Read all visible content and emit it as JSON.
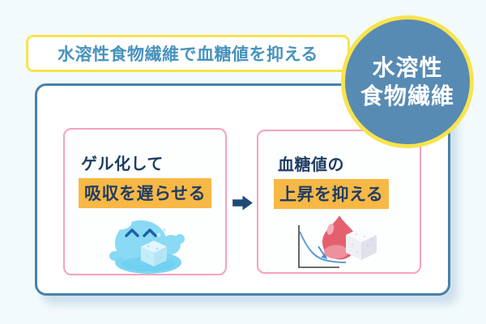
{
  "title": {
    "text": "水溶性食物繊維で血糖値を抑える"
  },
  "badge": {
    "line1": "水溶性",
    "line2": "食物繊維"
  },
  "cards": {
    "gel": {
      "line1": "ゲル化して",
      "highlight": "吸収を遅らせる"
    },
    "blood": {
      "line1": "血糖値の",
      "highlight": "上昇を抑える"
    }
  },
  "icons": {
    "arrow": "right-block-arrow-icon",
    "gel": "gel-character-with-sugar-cube-icon",
    "blood": "declining-chart-blood-drop-sugar-cube-icon"
  },
  "colors": {
    "bg": "#f2fafc",
    "accent-yellow": "#f9e34d",
    "highlight-orange": "#f8b845",
    "panel-border-blue": "#4a80ab",
    "card-border-pink": "#f6a2bd",
    "badge-blue": "#578bb4",
    "title-blue": "#4793bd",
    "text-navy": "#1f3d63",
    "arrow-navy": "#1e4a75",
    "gel-blue": "#8adaf5",
    "drop-red": "#e5606f"
  }
}
